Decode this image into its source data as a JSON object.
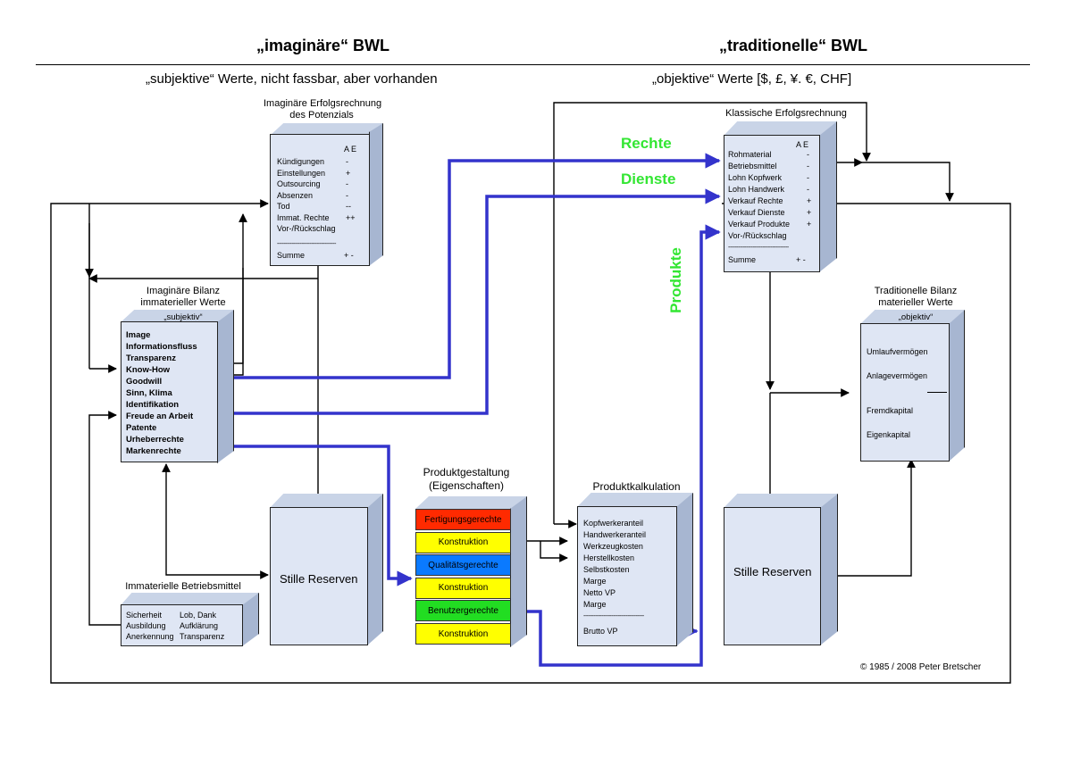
{
  "headings": {
    "left": "„imaginäre“ BWL",
    "right": "„traditionelle“ BWL",
    "left_sub": "„subjektive“ Werte, nicht fassbar, aber vorhanden",
    "right_sub": "„objektive“ Werte [$, £, ¥. €, CHF]"
  },
  "imag_erfolg": {
    "caption": [
      "Imaginäre Erfolgsrechnung",
      "des Potenzials"
    ],
    "header": "A  E",
    "rows": [
      {
        "label": "Kündigungen",
        "mark": "-"
      },
      {
        "label": "Einstellungen",
        "mark": "+"
      },
      {
        "label": "Outsourcing",
        "mark": "-"
      },
      {
        "label": "Absenzen",
        "mark": "-"
      },
      {
        "label": "Tod",
        "mark": "--"
      },
      {
        "label": "Immat. Rechte",
        "mark": "++"
      },
      {
        "label": "Vor-/Rückschlag",
        "mark": ""
      }
    ],
    "separator": "------------------------------------",
    "sum_label": "Summe",
    "sum_mark": "+   -"
  },
  "imag_bilanz": {
    "caption": [
      "Imaginäre Bilanz",
      "immaterieller Werte"
    ],
    "tag": "„subjektiv“",
    "items": [
      "Image",
      "Informationsfluss",
      "Transparenz",
      "Know-How",
      "Goodwill",
      "Sinn, Klima",
      "Identifikation",
      "Freude an Arbeit",
      "Patente",
      "Urheberrechte",
      "Markenrechte"
    ]
  },
  "immat_betrieb": {
    "caption": "Immaterielle Betriebsmittel",
    "col1": [
      "Sicherheit",
      "Ausbildung",
      "Anerkennung"
    ],
    "col2": [
      "Lob, Dank",
      "Aufklärung",
      "Transparenz"
    ]
  },
  "stille_reserven_left": "Stille Reserven",
  "stille_reserven_right": "Stille Reserven",
  "produktgestaltung": {
    "caption": [
      "Produktgestaltung",
      "(Eigenschaften)"
    ],
    "rows": [
      {
        "label": "Fertigungsgerechte",
        "color": "#ff2a00"
      },
      {
        "label": "Konstruktion",
        "color": "#ffff00"
      },
      {
        "label": "Qualitätsgerechte",
        "color": "#0a7aff"
      },
      {
        "label": "Konstruktion",
        "color": "#ffff00"
      },
      {
        "label": "Benutzergerechte",
        "color": "#22dd22"
      },
      {
        "label": "Konstruktion",
        "color": "#ffff00"
      }
    ]
  },
  "produktkalkulation": {
    "caption": "Produktkalkulation",
    "rows": [
      "Kopfwerkeranteil",
      "Handwerkeranteil",
      "Werkzeugkosten",
      "Herstellkosten",
      "Selbstkosten",
      "Marge",
      "Netto VP",
      "Marge"
    ],
    "separator": "-------------------------------------",
    "total": "Brutto VP"
  },
  "klass_erfolg": {
    "caption": "Klassische Erfolgsrechnung",
    "header": "A  E",
    "rows": [
      {
        "label": "Rohmaterial",
        "mark": "-"
      },
      {
        "label": "Betriebsmittel",
        "mark": "-"
      },
      {
        "label": "Lohn Kopfwerk",
        "mark": "-"
      },
      {
        "label": "Lohn Handwerk",
        "mark": "-"
      },
      {
        "label": "Verkauf Rechte",
        "mark": "+"
      },
      {
        "label": "Verkauf Dienste",
        "mark": "+"
      },
      {
        "label": "Verkauf Produkte",
        "mark": "+"
      },
      {
        "label": "Vor-/Rückschlag",
        "mark": ""
      }
    ],
    "separator": "-------------------------------------",
    "sum_label": "Summe",
    "sum_mark": "+   -"
  },
  "trad_bilanz": {
    "caption": [
      "Traditionelle Bilanz",
      "materieller Werte"
    ],
    "tag": "„objektiv“",
    "items": [
      "Umlaufvermögen",
      "Anlagevermögen",
      "Fremdkapital",
      "Eigenkapital"
    ]
  },
  "flow_labels": {
    "rechte": "Rechte",
    "dienste": "Dienste",
    "produkte": "Produkte"
  },
  "colors": {
    "flow": "#3333cc",
    "flow_label": "#33e633",
    "box_front": "#dfe6f4",
    "box_side": "#a7b6d1"
  },
  "copyright": "© 1985 / 2008 Peter Bretscher"
}
